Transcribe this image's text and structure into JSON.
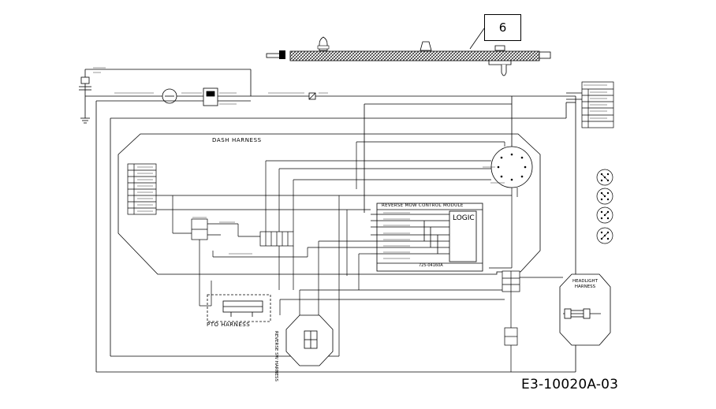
{
  "callout_number": "6",
  "drawing_id": "E3-10020A-03",
  "labels": {
    "dash_harness": "DASH HARNESS",
    "pto_harness": "PTO HARNESS",
    "headlight_harness": "HEADLIGHT HARNESS",
    "reverse_sw_harness": "REVERSE SW HARNESS",
    "reverse_module_title": "REVERSE MOW CONTROL MODULE",
    "logic": "LOGIC",
    "module_part_number": "725-04160A"
  },
  "module_inputs": [
    "",
    "",
    "",
    "",
    "",
    "",
    "",
    ""
  ]
}
